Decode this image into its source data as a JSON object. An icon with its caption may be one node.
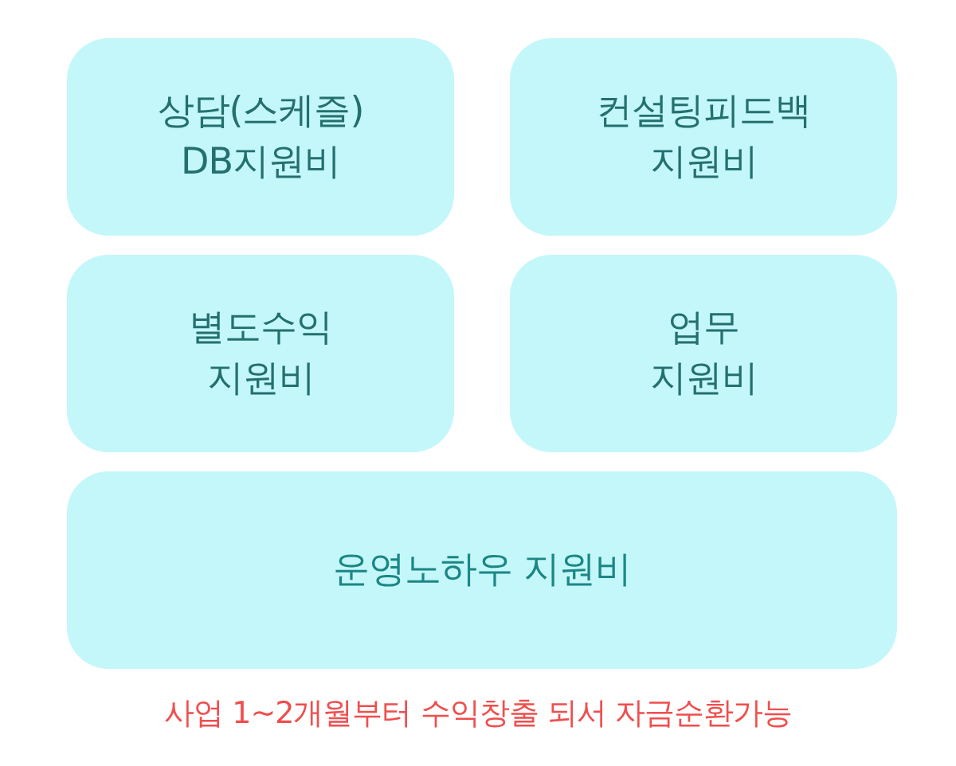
{
  "diagram": {
    "caption": "사업 1~2개월부터 수익창출 되서 자금순환가능",
    "nodes": [
      {
        "text": [
          "상담(스케즐) DB지원비"
        ]
      },
      {
        "text": [
          "컨설팅피드백 지원비"
        ]
      },
      {
        "text": [
          "별도수익 지원비"
        ]
      },
      {
        "text": [
          "업무 지원비"
        ]
      },
      {
        "text": [
          "운영노하우 지원비"
        ]
      }
    ]
  }
}
